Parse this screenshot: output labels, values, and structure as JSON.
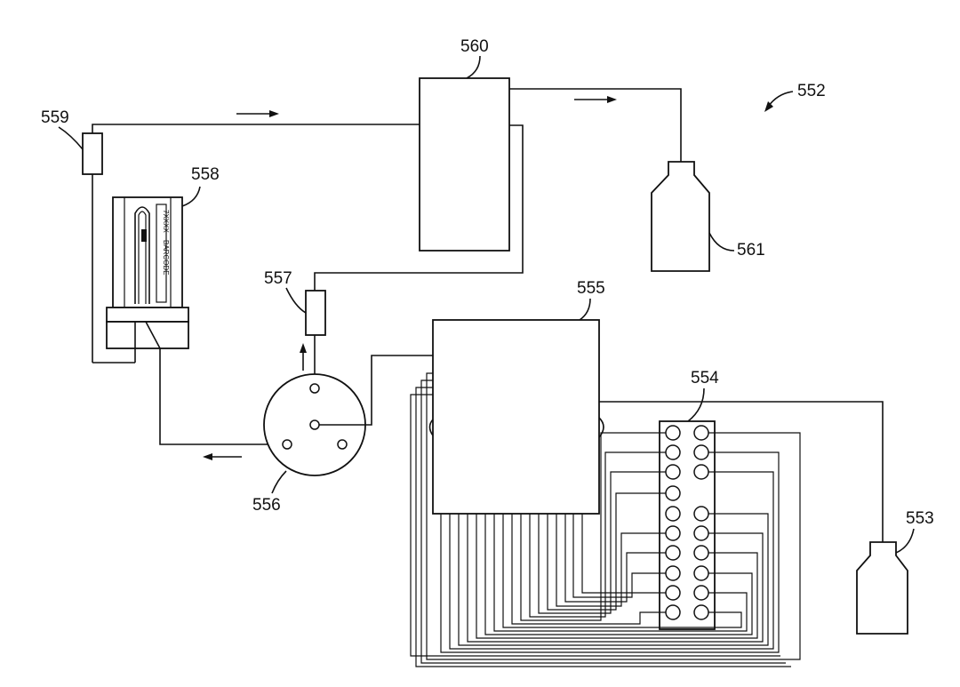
{
  "diagram": {
    "labels": {
      "system": "552",
      "reservoir": "553",
      "valve_block": "554",
      "pump": "555",
      "valve": "556",
      "filter_upper": "557",
      "cartridge": "558",
      "filter_left": "559",
      "detector": "560",
      "waste_bottle": "561"
    },
    "cartridge_text": {
      "line1": "7XXXX",
      "line2": "BARCODE"
    },
    "colors": {
      "ink": "#111111",
      "background": "#ffffff"
    }
  }
}
